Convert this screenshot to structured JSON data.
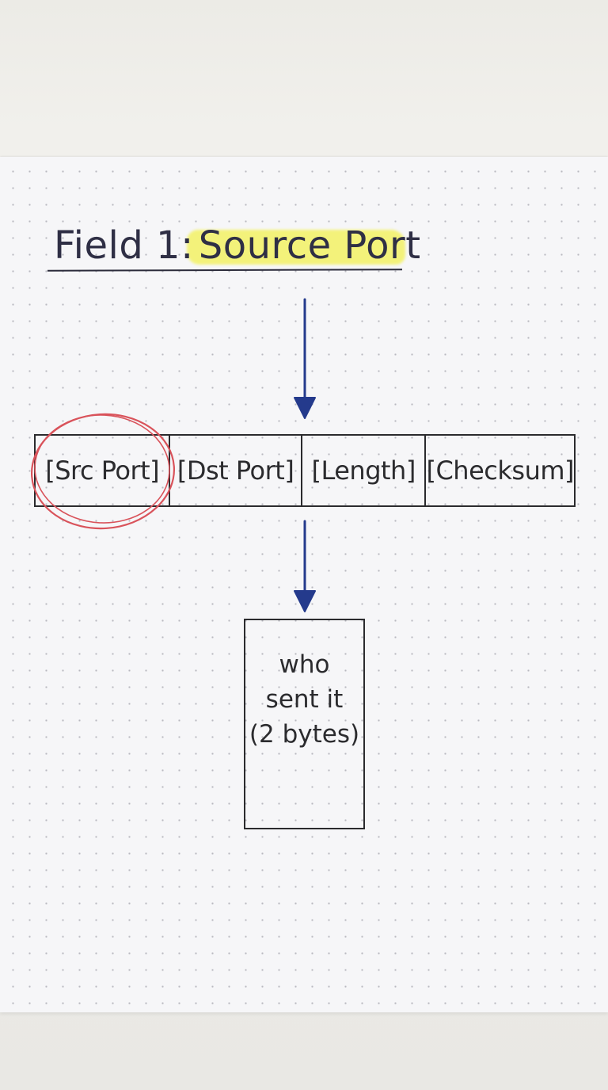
{
  "title": {
    "prefix": "Field 1:",
    "name": "Source Port"
  },
  "header_fields": [
    {
      "label": "[Src Port]",
      "highlighted": true
    },
    {
      "label": "[Dst Port]",
      "highlighted": false
    },
    {
      "label": "[Length]",
      "highlighted": false
    },
    {
      "label": "[Checksum]",
      "highlighted": false
    }
  ],
  "detail": {
    "lines": [
      "who",
      "sent it",
      "(2 bytes)"
    ]
  },
  "colors": {
    "ink": "#2b2b2e",
    "arrow": "#243a8c",
    "highlight": "#f3f27a",
    "circle": "#d9535b",
    "title_ink": "#2f2f45"
  }
}
